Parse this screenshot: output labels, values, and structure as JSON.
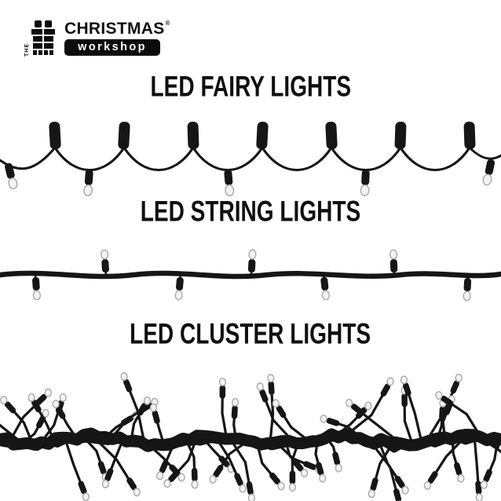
{
  "logo": {
    "the": "THE",
    "brand": "CHRISTMAS",
    "registered": "®",
    "workshop": "workshop"
  },
  "sections": [
    {
      "title": "LED FAIRY LIGHTS",
      "image": "fairy-lights"
    },
    {
      "title": "LED STRING LIGHTS",
      "image": "string-lights"
    },
    {
      "title": "LED CLUSTER LIGHTS",
      "image": "cluster-lights"
    }
  ],
  "colors": {
    "wire": "#161616",
    "bulb_tip": "#f3f3f3",
    "bulb_tip_stroke": "#a9a9a9",
    "ink": "#101010",
    "background": "#ffffff"
  }
}
